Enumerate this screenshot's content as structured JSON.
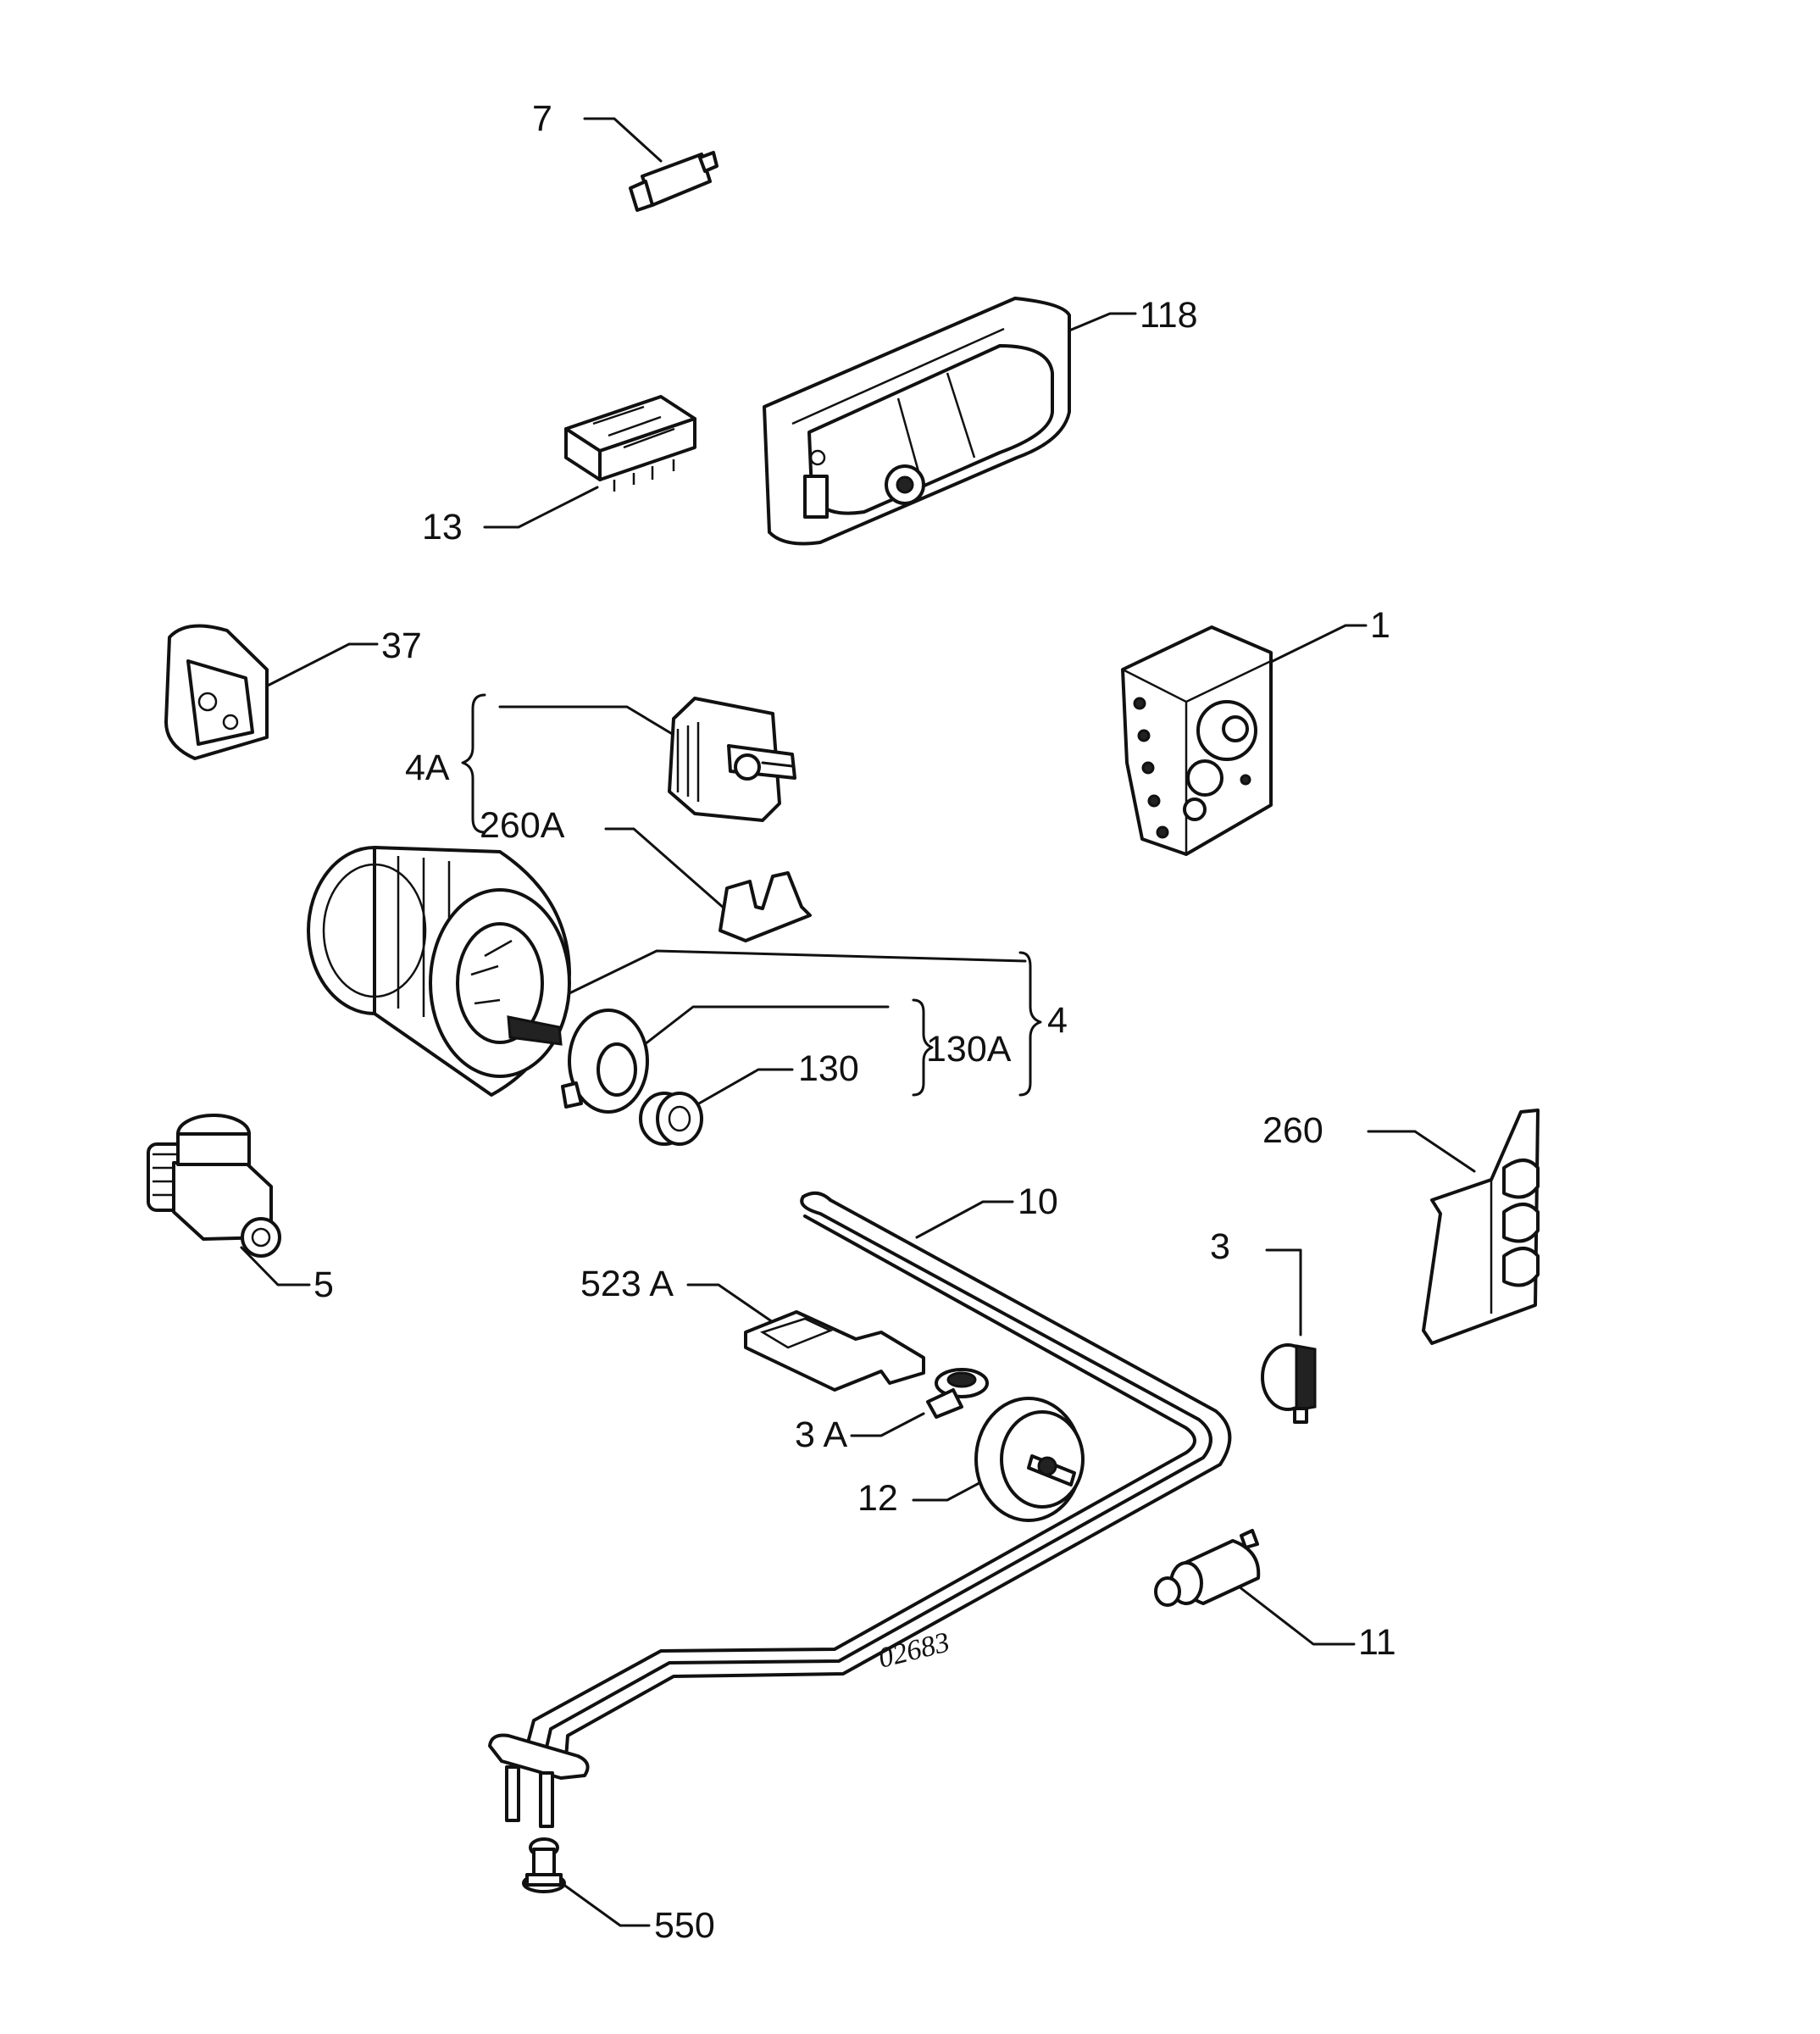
{
  "labels": {
    "p7": "7",
    "p118": "118",
    "p13": "13",
    "p37": "37",
    "p1": "1",
    "p4A": "4A",
    "p260A": "260A",
    "p4": "4",
    "p130A": "130A",
    "p130": "130",
    "p260": "260",
    "p5": "5",
    "p10": "10",
    "p3": "3",
    "p523A": "523 A",
    "p3A": "3 A",
    "p12": "12",
    "p11": "11",
    "p550": "550"
  },
  "drawing_code": "02683"
}
